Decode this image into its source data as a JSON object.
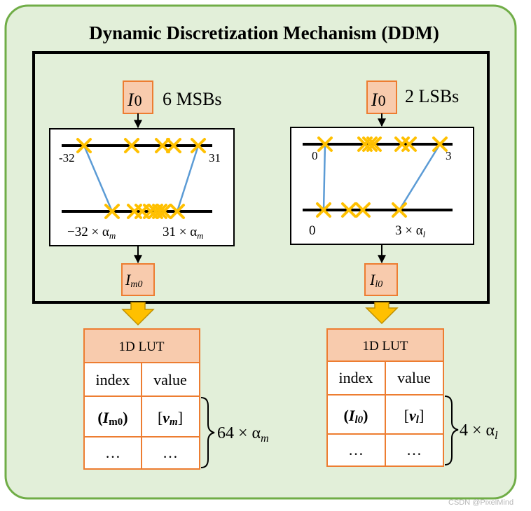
{
  "title": "Dynamic Discretization Mechanism (DDM)",
  "msb_branch": {
    "input_symbol": "I",
    "input_subscript": "0",
    "input_caption": "6 MSBs",
    "top_left_tick": "-32",
    "top_right_tick": "31",
    "bottom_left_label": "−32 × α",
    "bottom_left_sub": "m",
    "bottom_right_label": "31 × α",
    "bottom_right_sub": "m",
    "output_symbol": "I",
    "output_subscript": "m0"
  },
  "lsb_branch": {
    "input_symbol": "I",
    "input_subscript": "0",
    "input_caption": "2 LSBs",
    "top_left_tick": "0",
    "top_right_tick": "3",
    "bottom_left_label": "0",
    "bottom_right_label": "3 × α",
    "bottom_right_sub": "l",
    "output_symbol": "I",
    "output_subscript": "l0"
  },
  "lut_left": {
    "header": "1D LUT",
    "col_index": "index",
    "col_value": "value",
    "index_open": "(",
    "index_symbol": "I",
    "index_subscript": "m0",
    "index_close": ")",
    "value_open": "[",
    "value_symbol": "v",
    "value_subscript": "m",
    "value_close": "]",
    "ellipsis_index": "…",
    "ellipsis_value": "…",
    "size_label": "64 × α",
    "size_sub": "m"
  },
  "lut_right": {
    "header": "1D LUT",
    "col_index": "index",
    "col_value": "value",
    "index_open": "(",
    "index_symbol": "I",
    "index_subscript": "l0",
    "index_close": ")",
    "value_open": "[",
    "value_symbol": "v",
    "value_subscript": "l",
    "value_close": "]",
    "ellipsis_index": "…",
    "ellipsis_value": "…",
    "size_label": "4 × α",
    "size_sub": "l"
  },
  "watermark": "CSDN @PixelMind",
  "colors": {
    "panel_fill": "#e2efd9",
    "panel_border": "#70ad47",
    "node_fill": "#f8cbad",
    "node_border": "#ed7d31",
    "marker": "#ffc000",
    "mapping_line": "#5b9bd5",
    "arrow_fill": "#ffc000",
    "arrow_stroke": "#bf9000"
  }
}
